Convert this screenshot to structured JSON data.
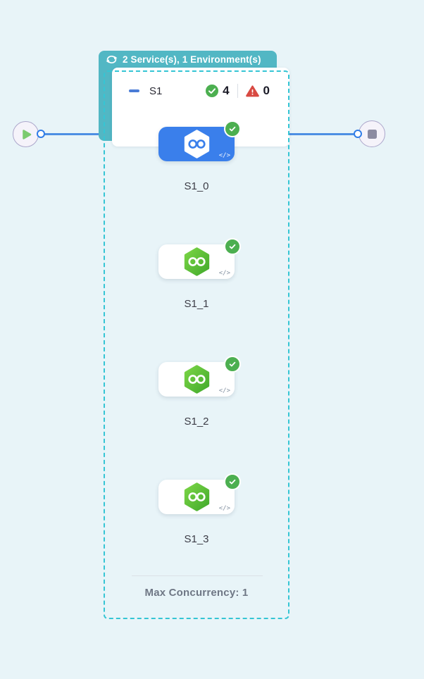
{
  "loop_badge": {
    "label": "2 Service(s), 1 Environment(s)"
  },
  "stage": {
    "name": "S1",
    "success_count": "4",
    "error_count": "0",
    "max_concurrency_label": "Max Concurrency: 1"
  },
  "steps": [
    {
      "label": "S1_0",
      "selected": true,
      "status": "success"
    },
    {
      "label": "S1_1",
      "selected": false,
      "status": "success"
    },
    {
      "label": "S1_2",
      "selected": false,
      "status": "success"
    },
    {
      "label": "S1_3",
      "selected": false,
      "status": "success"
    }
  ],
  "icons": {
    "code_glyph": "</>"
  },
  "colors": {
    "page_bg": "#E8F4F8",
    "badge_teal": "#52B7C4",
    "dashed_border": "#35C5D4",
    "selected_blue": "#3A7FEB",
    "hexagon_green_light": "#7BD546",
    "hexagon_green_dark": "#42AA2C",
    "success_green": "#4CAF50",
    "error_red": "#D84A42",
    "connector_blue": "#4D8FE3"
  }
}
